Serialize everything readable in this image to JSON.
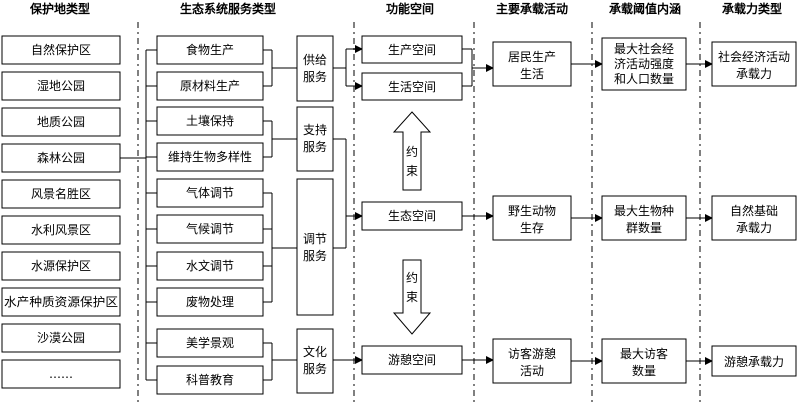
{
  "headers": {
    "protected_area_types": "保护地类型",
    "ecosystem_service_types": "生态系统服务类型",
    "functional_space": "功能空间",
    "main_carrying_activities": "主要承载活动",
    "carrying_threshold_connotation": "承载阈值内涵",
    "carrying_capacity_types": "承载力类型"
  },
  "protected_areas": [
    "自然保护区",
    "湿地公园",
    "地质公园",
    "森林公园",
    "风景名胜区",
    "水利风景区",
    "水源保护区",
    "水产种质资源保护区",
    "沙漠公园",
    "……"
  ],
  "services": [
    "食物生产",
    "原材料生产",
    "土壤保持",
    "维持生物多样性",
    "气体调节",
    "气候调节",
    "水文调节",
    "废物处理",
    "美学景观",
    "科普教育"
  ],
  "service_groups": [
    {
      "line1": "供给",
      "line2": "服务"
    },
    {
      "line1": "支持",
      "line2": "服务"
    },
    {
      "line1": "调节",
      "line2": "服务"
    },
    {
      "line1": "文化",
      "line2": "服务"
    }
  ],
  "spaces": [
    "生产空间",
    "生活空间",
    "生态空间",
    "游憩空间"
  ],
  "constraint_label": {
    "line1": "约",
    "line2": "束"
  },
  "activities": [
    {
      "line1": "居民生产",
      "line2": "生活"
    },
    {
      "line1": "野生动物",
      "line2": "生存"
    },
    {
      "line1": "访客游憩",
      "line2": "活动"
    }
  ],
  "thresholds": [
    {
      "line1": "最大社会经",
      "line2": "济活动强度",
      "line3": "和人口数量"
    },
    {
      "line1": "最大生物种",
      "line2": "群数量",
      "line3": ""
    },
    {
      "line1": "最大访客",
      "line2": "数量",
      "line3": ""
    }
  ],
  "capacity_types": [
    {
      "line1": "社会经济活动",
      "line2": "承载力"
    },
    {
      "line1": "自然基础",
      "line2": "承载力"
    },
    {
      "line1": "游憩承载力",
      "line2": ""
    }
  ]
}
